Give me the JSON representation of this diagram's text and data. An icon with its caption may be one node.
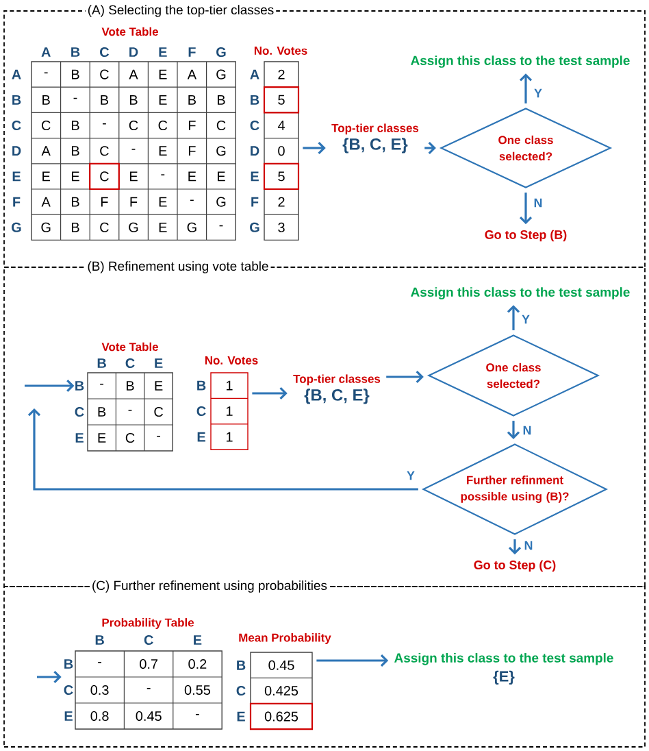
{
  "diagram": {
    "nodes": [
      {
        "text": [
          "(A)  Selecting the top-tier classes"
        ]
      },
      {
        "text": [
          "Vote Table"
        ],
        "in": 0
      },
      {
        "text": [
          "No. Votes"
        ],
        "in": 0
      },
      {
        "text": [
          "Top-tier classes",
          "{B, C, E}"
        ],
        "in": 0
      },
      {
        "text": [
          "One class selected?"
        ],
        "in": 0
      },
      {
        "text": [
          "Assign this class to the test sample"
        ],
        "in": 0
      },
      {
        "text": [
          "Go to Step (B)"
        ],
        "in": 0
      },
      {
        "text": [
          "(B)  Refinement using vote table"
        ]
      },
      {
        "text": [
          "Vote Table"
        ],
        "in": 7
      },
      {
        "text": [
          "No. Votes"
        ],
        "in": 7
      },
      {
        "text": [
          "Top-tier classes",
          "{B, C, E}"
        ],
        "in": 7
      },
      {
        "text": [
          "One class selected?"
        ],
        "in": 7
      },
      {
        "text": [
          "Assign this class to the test sample"
        ],
        "in": 7
      },
      {
        "text": [
          "Further refinment possible using (B)?"
        ],
        "in": 7
      },
      {
        "text": [
          "Go to Step (C)"
        ],
        "in": 7
      },
      {
        "text": [
          "(C)  Further refinement using probabilities"
        ]
      },
      {
        "text": [
          "Probability Table"
        ],
        "in": 15
      },
      {
        "text": [
          "Mean Probability"
        ],
        "in": 15
      },
      {
        "text": [
          "Assign this class to the test sample",
          "{E}"
        ],
        "in": 15
      }
    ],
    "edges": [
      {
        "from": 2,
        "to": 3,
        "arrow": "to"
      },
      {
        "from": 3,
        "to": 4,
        "arrow": "to"
      },
      {
        "from": 4,
        "to": 5,
        "arrow": "to",
        "label": "Y"
      },
      {
        "from": 4,
        "to": 6,
        "arrow": "to",
        "label": "N"
      },
      {
        "from": null,
        "to": 8,
        "arrow": "to"
      },
      {
        "from": 9,
        "to": 10,
        "arrow": "to"
      },
      {
        "from": 10,
        "to": 11,
        "arrow": "to"
      },
      {
        "from": 11,
        "to": 12,
        "arrow": "to",
        "label": "Y"
      },
      {
        "from": 11,
        "to": 13,
        "arrow": "to",
        "label": "N"
      },
      {
        "from": 13,
        "to": null,
        "arrow": "to",
        "label": "Y"
      },
      {
        "from": 13,
        "to": 14,
        "arrow": "to",
        "label": "N"
      },
      {
        "from": null,
        "to": 16,
        "arrow": "to"
      },
      {
        "from": 17,
        "to": 18,
        "arrow": "to"
      }
    ],
    "labels": [
      "A",
      "B",
      "C",
      "D",
      "E",
      "F",
      "G",
      "A",
      "-",
      "B",
      "C",
      "A",
      "E",
      "A",
      "G",
      "B",
      "B",
      "-",
      "B",
      "B",
      "E",
      "B",
      "B",
      "C",
      "C",
      "B",
      "-",
      "C",
      "C",
      "F",
      "C",
      "D",
      "A",
      "B",
      "C",
      "-",
      "E",
      "F",
      "G",
      "E",
      "E",
      "E",
      "C",
      "E",
      "-",
      "E",
      "E",
      "F",
      "A",
      "B",
      "F",
      "F",
      "E",
      "-",
      "G",
      "G",
      "G",
      "B",
      "C",
      "G",
      "E",
      "G",
      "-",
      "A",
      "2",
      "B",
      "5",
      "C",
      "4",
      "D",
      "0",
      "E",
      "5",
      "F",
      "2",
      "G",
      "3",
      "B",
      "C",
      "E",
      "B",
      "-",
      "B",
      "E",
      "C",
      "B",
      "-",
      "C",
      "E",
      "E",
      "C",
      "-",
      "B",
      "1",
      "C",
      "1",
      "E",
      "1",
      "B",
      "C",
      "E",
      "B",
      "-",
      "0.7",
      "0.2",
      "C",
      "0.3",
      "-",
      "0.55",
      "E",
      "0.8",
      "0.45",
      "-",
      "B",
      "0.45",
      "C",
      "0.425",
      "E",
      "0.625"
    ]
  }
}
